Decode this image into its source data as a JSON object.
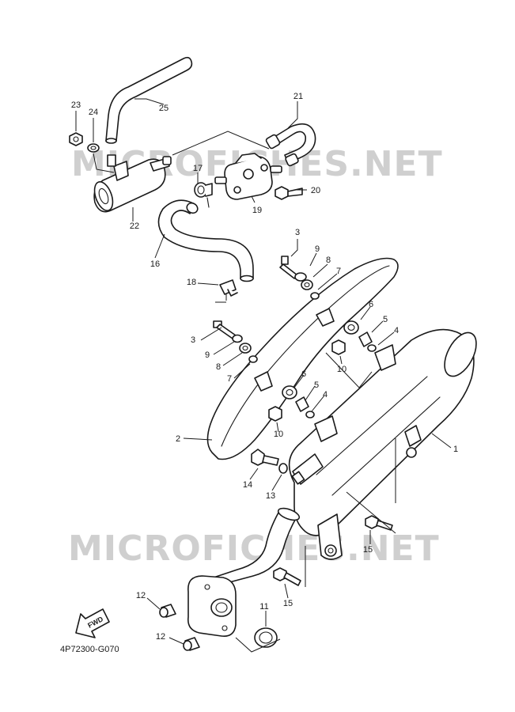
{
  "watermarks": [
    "MICROFICHES.NET",
    "MICROFICHES.NET"
  ],
  "diagram_code": "4P72300-G070",
  "fwd_label": "FWD",
  "callouts": {
    "c1": "1",
    "c2": "2",
    "c3a": "3",
    "c3b": "3",
    "c4a": "4",
    "c4b": "4",
    "c5a": "5",
    "c5b": "5",
    "c6a": "6",
    "c6b": "6",
    "c7a": "7",
    "c7b": "7",
    "c8a": "8",
    "c8b": "8",
    "c9a": "9",
    "c9b": "9",
    "c10a": "10",
    "c10b": "10",
    "c11": "11",
    "c12a": "12",
    "c12b": "12",
    "c13": "13",
    "c14": "14",
    "c15a": "15",
    "c15b": "15",
    "c16": "16",
    "c17": "17",
    "c18": "18",
    "c19": "19",
    "c20": "20",
    "c21": "21",
    "c22": "22",
    "c23": "23",
    "c24": "24",
    "c25": "25"
  }
}
